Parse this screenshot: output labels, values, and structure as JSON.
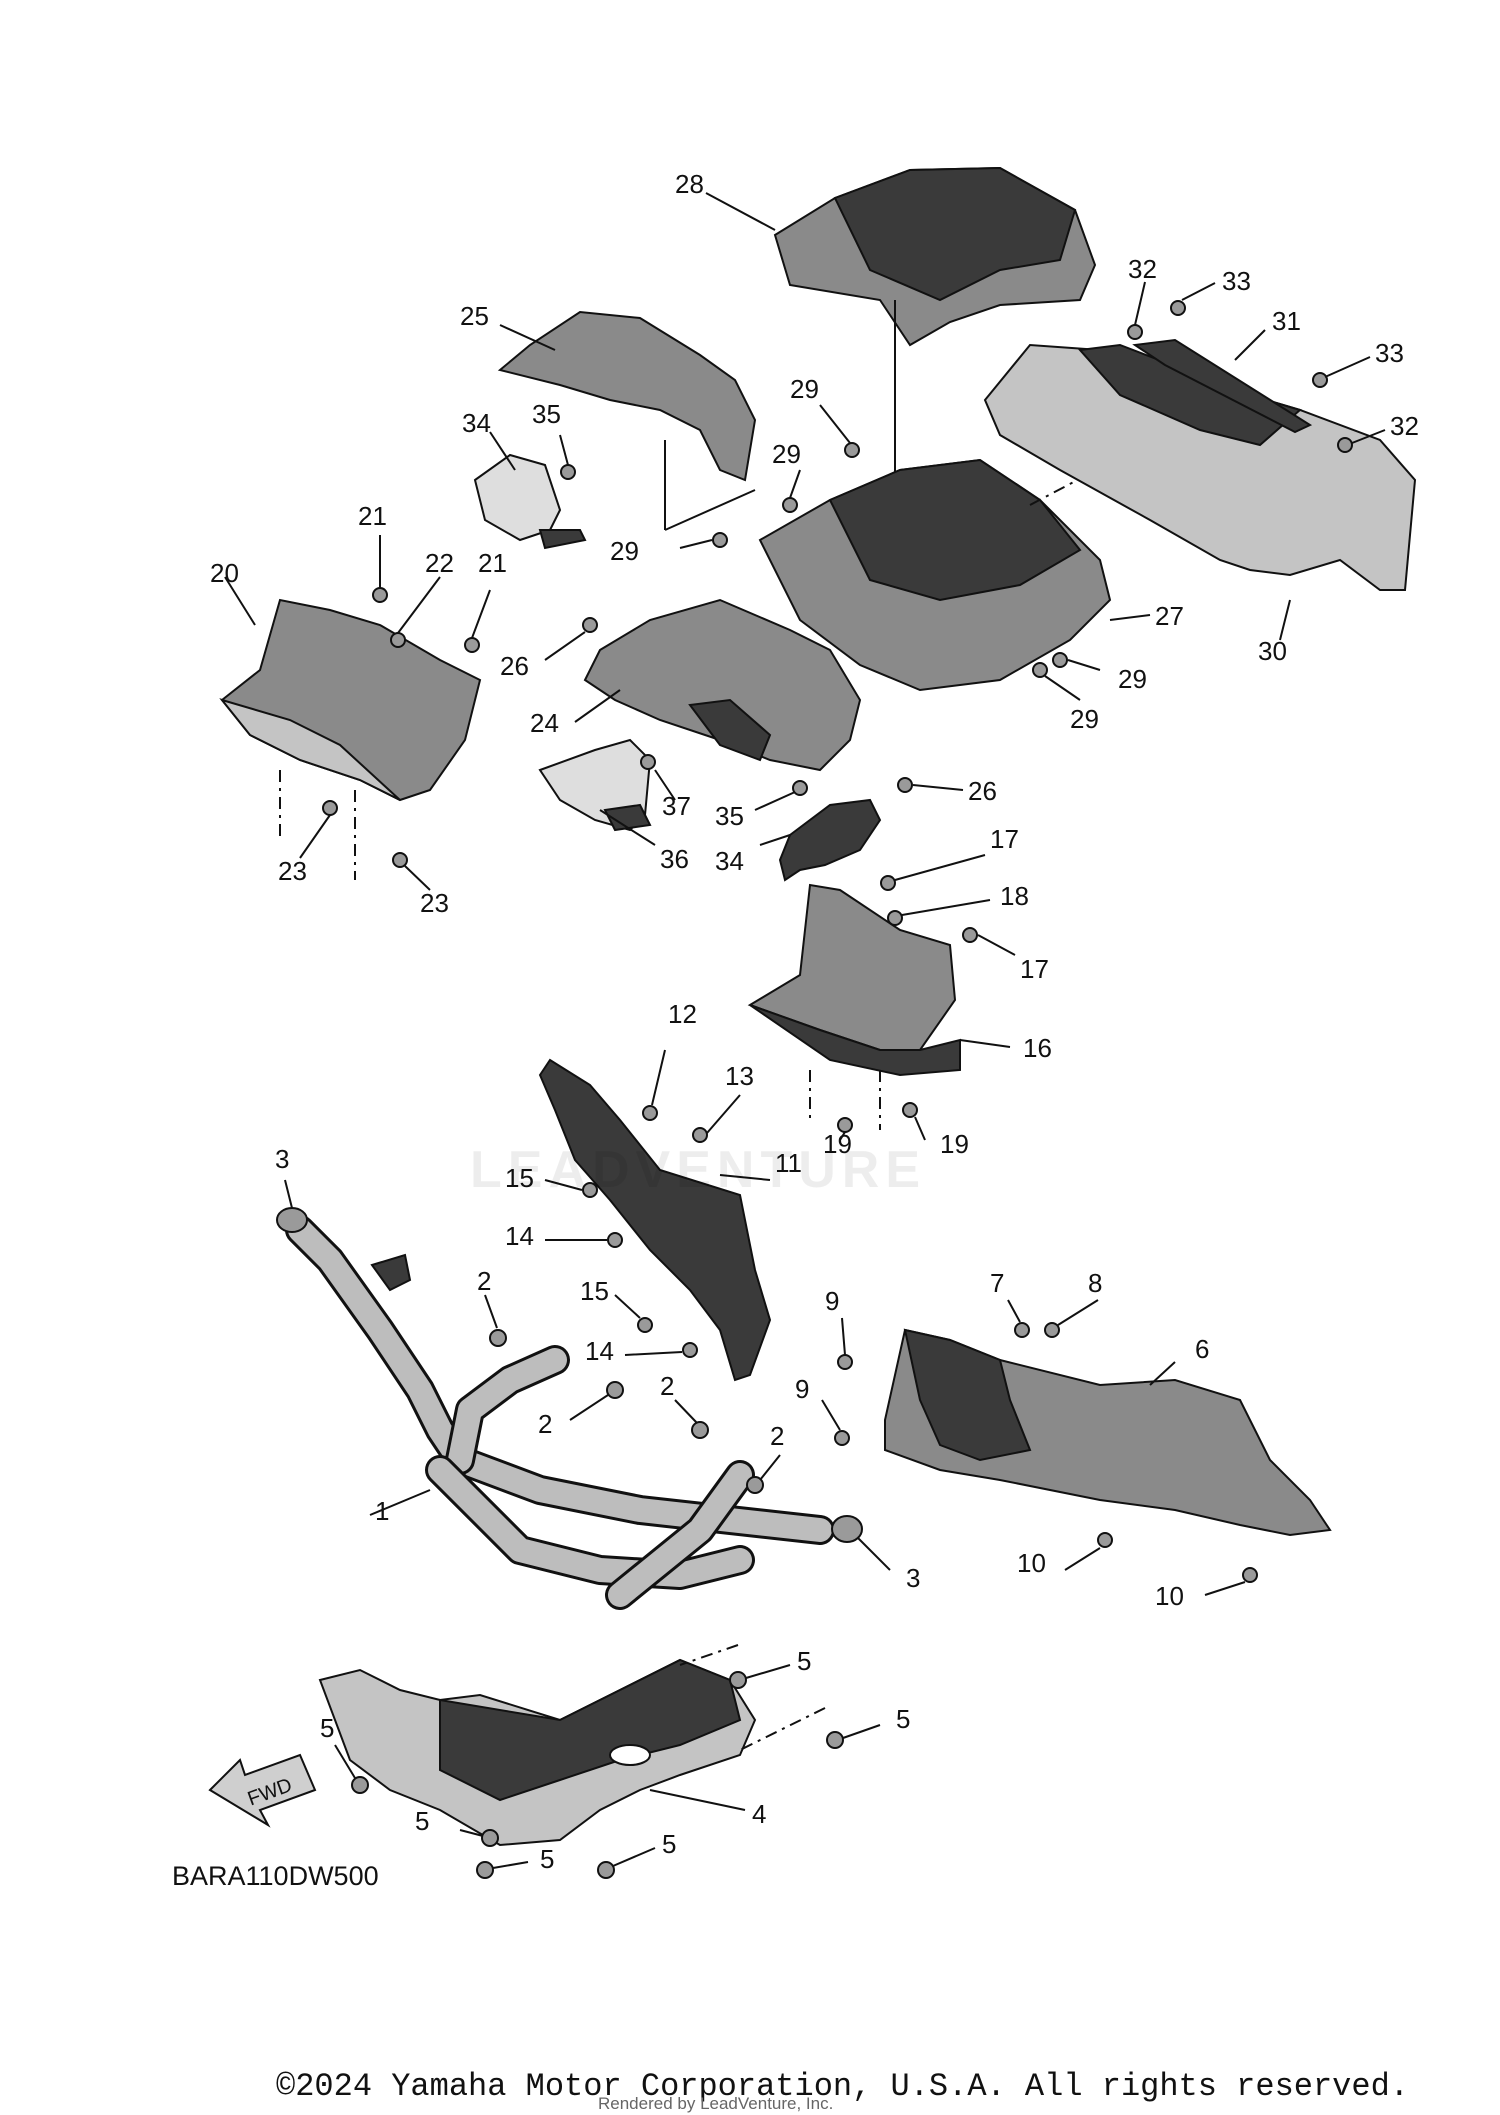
{
  "diagram": {
    "part_code": "BARA110DW500",
    "direction_label": "FWD",
    "callouts": {
      "c1": "1",
      "c2": "2",
      "c3": "3",
      "c4": "4",
      "c5": "5",
      "c6": "6",
      "c7": "7",
      "c8": "8",
      "c9": "9",
      "c10": "10",
      "c11": "11",
      "c12": "12",
      "c13": "13",
      "c14": "14",
      "c15": "15",
      "c16": "16",
      "c17": "17",
      "c18": "18",
      "c19": "19",
      "c20": "20",
      "c21": "21",
      "c22": "22",
      "c23": "23",
      "c24": "24",
      "c25": "25",
      "c26": "26",
      "c27": "27",
      "c28": "28",
      "c29": "29",
      "c30": "30",
      "c31": "31",
      "c32": "32",
      "c33": "33",
      "c34": "34",
      "c35": "35",
      "c36": "36",
      "c37": "37"
    }
  },
  "watermark": "LEADVENTURE",
  "footer": {
    "copyright": "©2024 Yamaha Motor Corporation, U.S.A. All rights reserved.",
    "rendered_by": "Rendered by LeadVenture, Inc."
  }
}
